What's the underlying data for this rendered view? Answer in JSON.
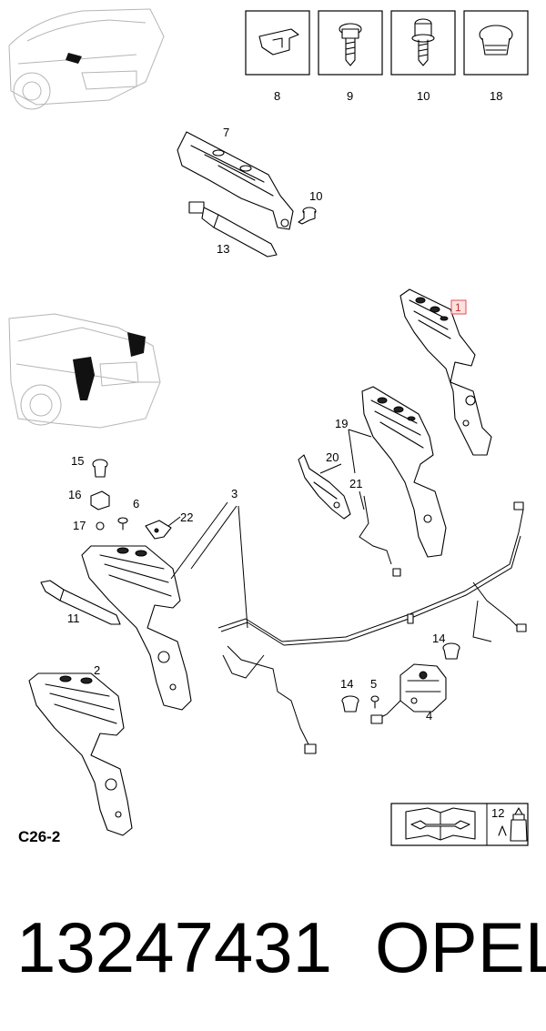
{
  "callouts": {
    "c1": "1",
    "c2": "2",
    "c3": "3",
    "c4": "4",
    "c5": "5",
    "c6": "6",
    "c7": "7",
    "c8": "8",
    "c9": "9",
    "c10a": "10",
    "c10b": "10",
    "c11": "11",
    "c12": "12",
    "c13": "13",
    "c14a": "14",
    "c14b": "14",
    "c15": "15",
    "c16": "16",
    "c17": "17",
    "c18": "18",
    "c19": "19",
    "c20": "20",
    "c21": "21",
    "c22": "22"
  },
  "diagram_code": "C26-2",
  "part_number": "13247431",
  "brand": "OPEL"
}
